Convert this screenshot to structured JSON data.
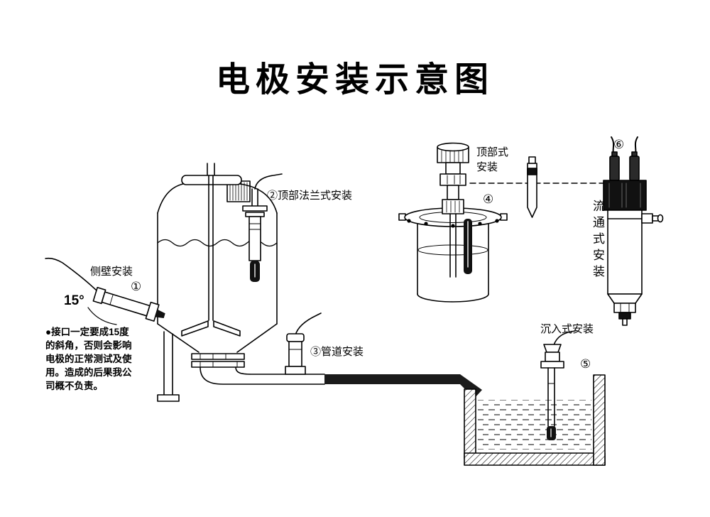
{
  "title": "电极安装示意图",
  "labels": {
    "side_wall": "侧壁安装",
    "side_wall_num": "①",
    "angle": "15°",
    "top_flange": "②顶部法兰式安装",
    "pipeline": "③管道安装",
    "top_type_line1": "顶部式",
    "top_type_line2": "安装",
    "top_type_num": "④",
    "submerged": "沉入式安装",
    "submerged_num": "⑤",
    "flow_through": "流通式安装",
    "flow_through_num": "⑥"
  },
  "note": {
    "lines": [
      "●接口一定要成15度",
      "的斜角，否则会影响",
      "电极的正常测试及使",
      "用。造成的后果我公",
      "司概不负责。"
    ]
  },
  "colors": {
    "ink": "#000000",
    "dark_fill": "#111111",
    "background": "#ffffff"
  }
}
